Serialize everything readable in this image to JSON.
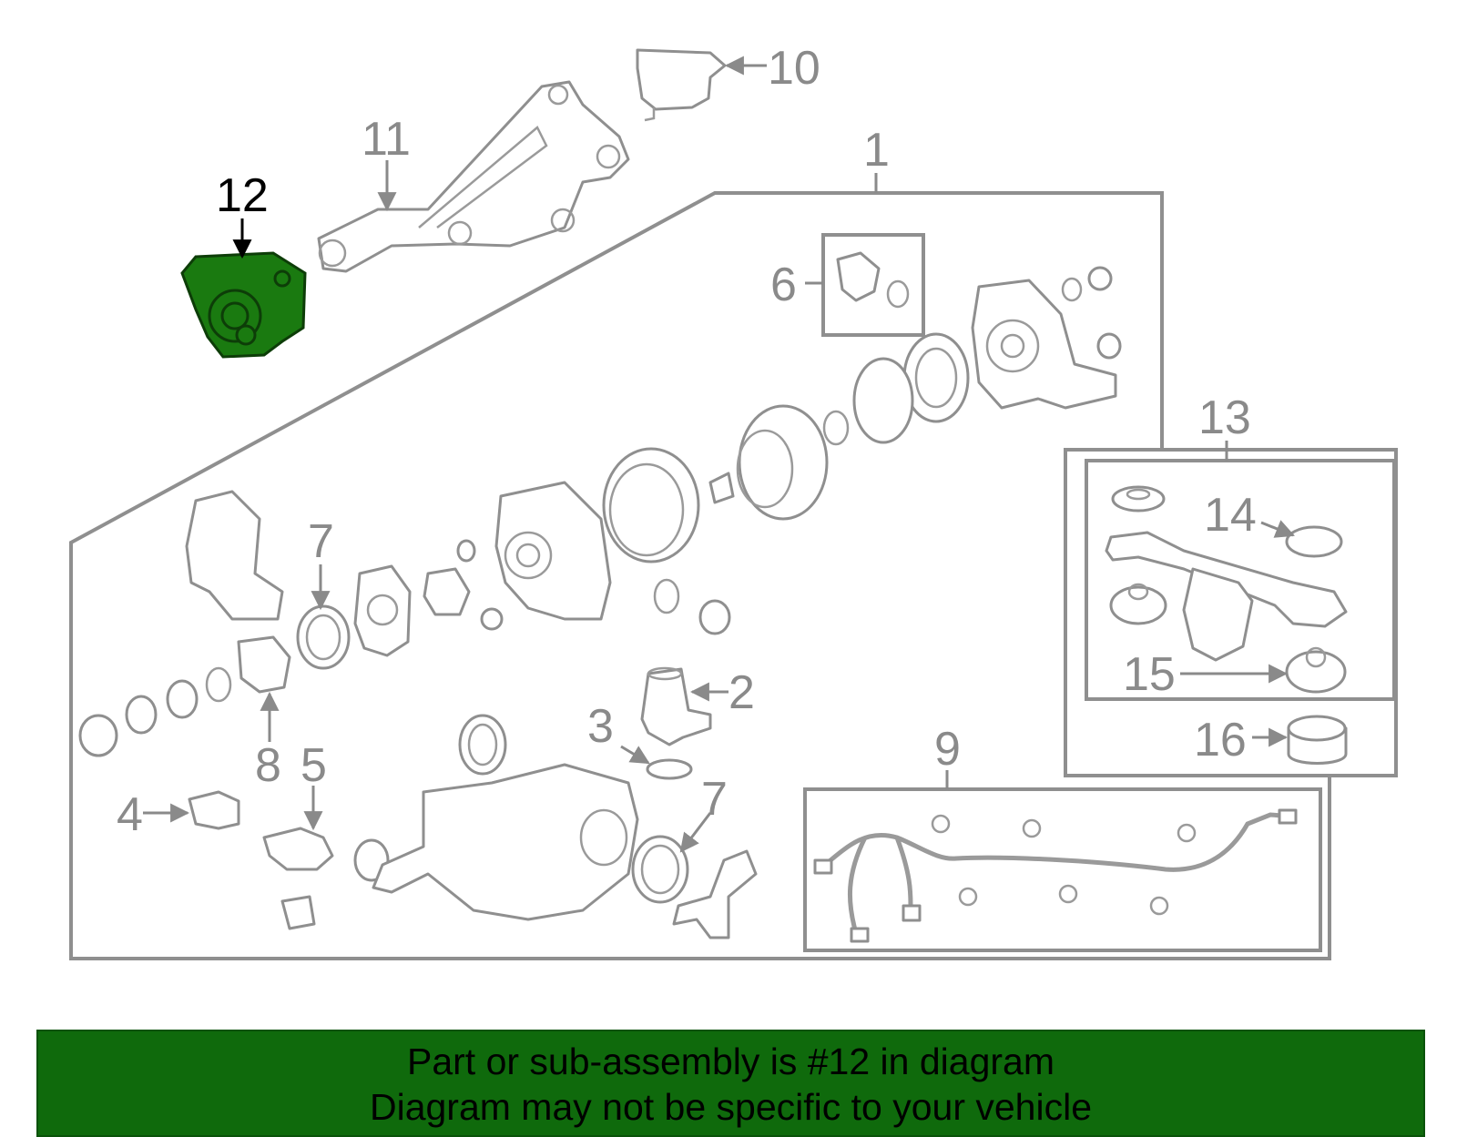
{
  "labels": {
    "p1": "1",
    "p2": "2",
    "p3": "3",
    "p4": "4",
    "p5": "5",
    "p6": "6",
    "p7a": "7",
    "p7b": "7",
    "p8": "8",
    "p9": "9",
    "p10": "10",
    "p11": "11",
    "p12": "12",
    "p13": "13",
    "p14": "14",
    "p15": "15",
    "p16": "16"
  },
  "highlight": {
    "part": "12",
    "color": "#1a7a10"
  },
  "banner": {
    "line1": "Part or sub-assembly is #12 in diagram",
    "line2": "Diagram may not be specific to your vehicle",
    "color": "#0f6a0c"
  }
}
